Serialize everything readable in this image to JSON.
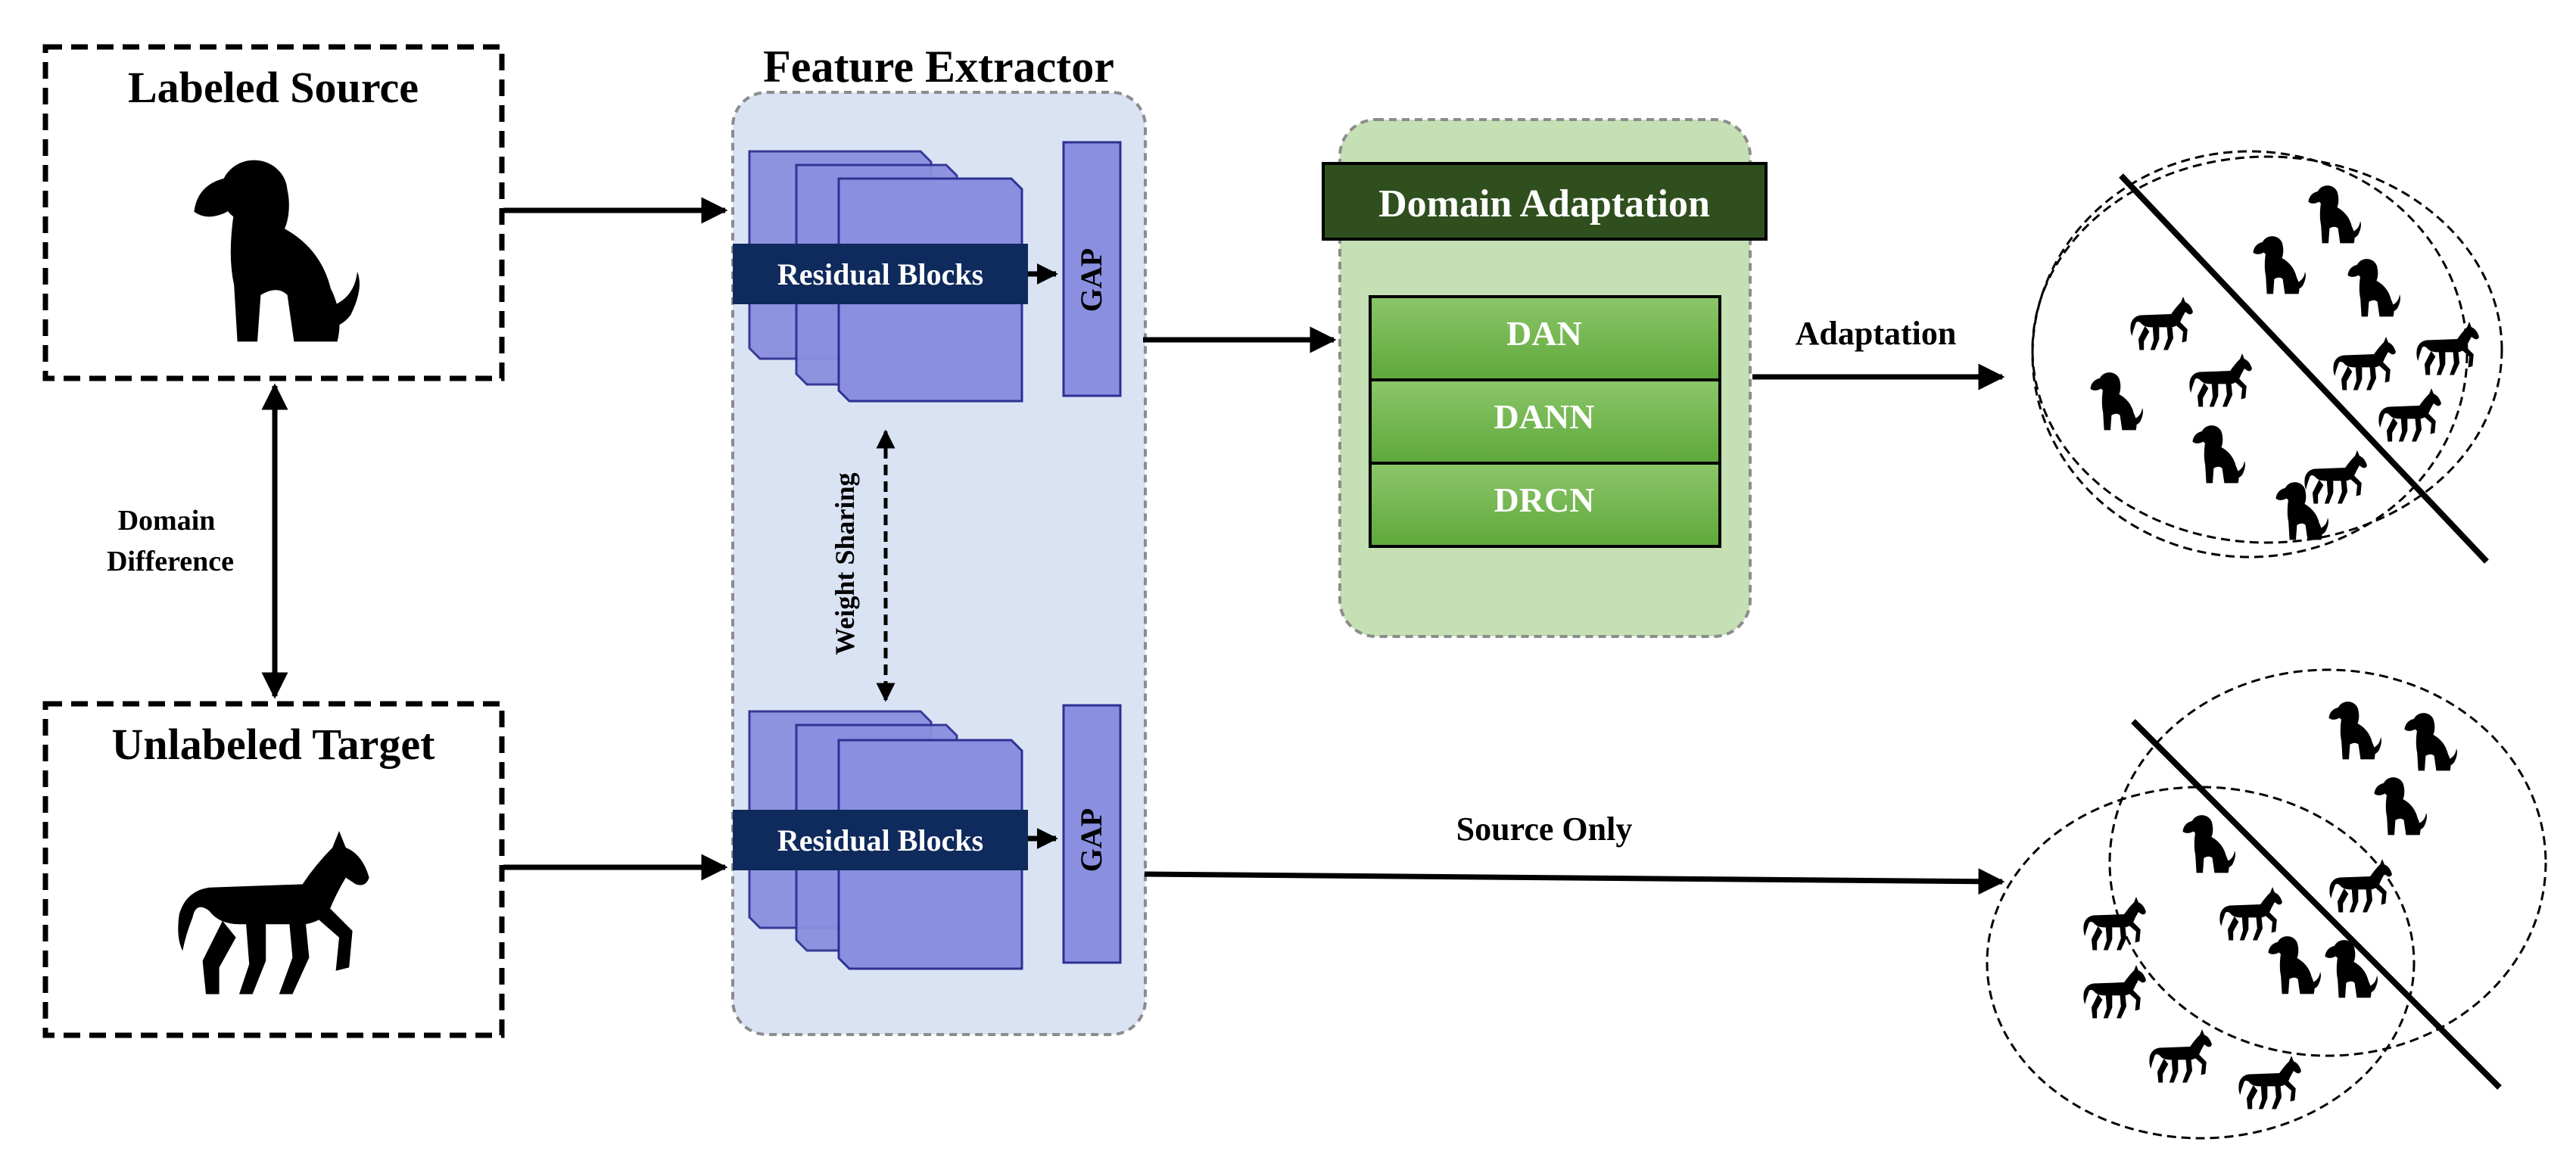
{
  "source": {
    "title": "Labeled Source",
    "icon": "dog-icon"
  },
  "target": {
    "title": "Unlabeled Target",
    "icon": "horse-icon"
  },
  "domain_difference": {
    "line1": "Domain",
    "line2": "Difference"
  },
  "feature_extractor": {
    "title": "Feature Extractor",
    "block_label": "Residual Blocks",
    "gap_label": "GAP",
    "weight_sharing": "Weight Sharing"
  },
  "domain_adaptation": {
    "title": "Domain Adaptation",
    "methods": [
      "DAN",
      "DANN",
      "DRCN"
    ]
  },
  "arrows": {
    "adaptation": "Adaptation",
    "source_only": "Source Only"
  },
  "colors": {
    "extractor_panel": "#dae3f3",
    "residual_block": "#8a8fe0",
    "block_label_bg": "#0f2a5c",
    "adaptation_panel": "#c5e0b4",
    "adaptation_title_bg": "#2f4f1e",
    "method_green": "#6ab046"
  }
}
